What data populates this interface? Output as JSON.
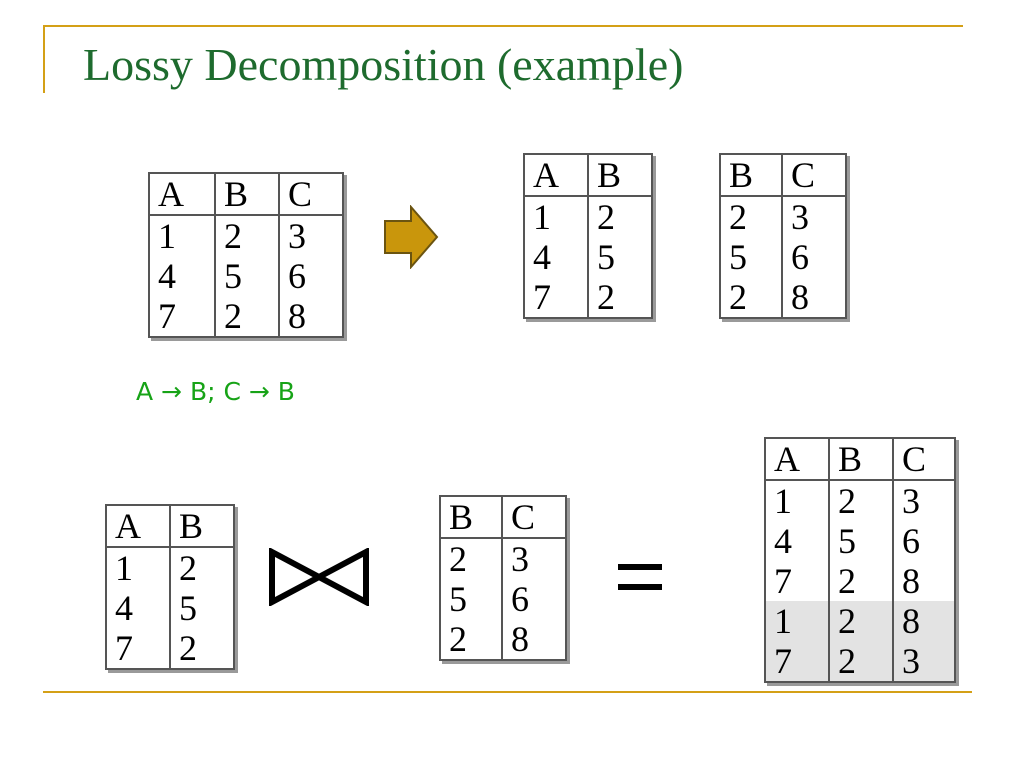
{
  "slide": {
    "title": "Lossy Decomposition (example)",
    "fd_text": "A → B; C → B",
    "accent_color": "#d4a017",
    "title_color": "#1e6b2e",
    "fd_color": "#17a317",
    "arrow_color": "#c9960c"
  },
  "tables": {
    "original": {
      "headers": [
        "A",
        "B",
        "C"
      ],
      "rows": [
        [
          "1",
          "2",
          "3"
        ],
        [
          "4",
          "5",
          "6"
        ],
        [
          "7",
          "2",
          "8"
        ]
      ]
    },
    "proj_ab": {
      "headers": [
        "A",
        "B"
      ],
      "rows": [
        [
          "1",
          "2"
        ],
        [
          "4",
          "5"
        ],
        [
          "7",
          "2"
        ]
      ]
    },
    "proj_bc": {
      "headers": [
        "B",
        "C"
      ],
      "rows": [
        [
          "2",
          "3"
        ],
        [
          "5",
          "6"
        ],
        [
          "2",
          "8"
        ]
      ]
    },
    "join_ab": {
      "headers": [
        "A",
        "B"
      ],
      "rows": [
        [
          "1",
          "2"
        ],
        [
          "4",
          "5"
        ],
        [
          "7",
          "2"
        ]
      ]
    },
    "join_bc": {
      "headers": [
        "B",
        "C"
      ],
      "rows": [
        [
          "2",
          "3"
        ],
        [
          "5",
          "6"
        ],
        [
          "2",
          "8"
        ]
      ]
    },
    "result": {
      "headers": [
        "A",
        "B",
        "C"
      ],
      "rows": [
        [
          "1",
          "2",
          "3"
        ],
        [
          "4",
          "5",
          "6"
        ],
        [
          "7",
          "2",
          "8"
        ],
        [
          "1",
          "2",
          "8"
        ],
        [
          "7",
          "2",
          "3"
        ]
      ],
      "spurious_rows": [
        3,
        4
      ]
    }
  }
}
